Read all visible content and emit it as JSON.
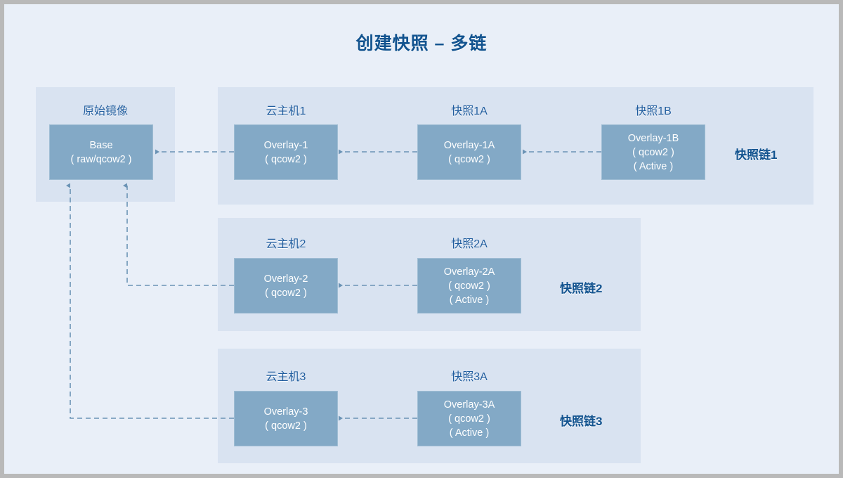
{
  "title": "创建快照 – 多链",
  "colors": {
    "page_bg": "#e9eff8",
    "panel_bg": "#d9e3f1",
    "node_fill": "#83a9c6",
    "node_text": "#ffffff",
    "caption_text": "#1f5c9e",
    "title_text": "#12538f",
    "connector": "#6b93b5",
    "outer_border": "#b9b9b9"
  },
  "origin": {
    "caption": "原始镜像",
    "node": {
      "line1": "Base",
      "line2": "( raw/qcow2 )"
    }
  },
  "chains": [
    {
      "label": "快照链1",
      "nodes": [
        {
          "caption": "云主机1",
          "line1": "Overlay-1",
          "line2": "( qcow2 )",
          "line3": ""
        },
        {
          "caption": "快照1A",
          "line1": "Overlay-1A",
          "line2": "( qcow2 )",
          "line3": ""
        },
        {
          "caption": "快照1B",
          "line1": "Overlay-1B",
          "line2": "( qcow2 )",
          "line3": "( Active )"
        }
      ]
    },
    {
      "label": "快照链2",
      "nodes": [
        {
          "caption": "云主机2",
          "line1": "Overlay-2",
          "line2": "( qcow2 )",
          "line3": ""
        },
        {
          "caption": "快照2A",
          "line1": "Overlay-2A",
          "line2": "( qcow2 )",
          "line3": "( Active )"
        }
      ]
    },
    {
      "label": "快照链3",
      "nodes": [
        {
          "caption": "云主机3",
          "line1": "Overlay-3",
          "line2": "( qcow2 )",
          "line3": ""
        },
        {
          "caption": "快照3A",
          "line1": "Overlay-3A",
          "line2": "( qcow2 )",
          "line3": "( Active )"
        }
      ]
    }
  ],
  "connectors": [
    {
      "name": "overlay1-to-base",
      "style": "dashed-arrow"
    },
    {
      "name": "overlay1a-to-overlay1",
      "style": "dashed-arrow"
    },
    {
      "name": "overlay1b-to-overlay1a",
      "style": "dashed-arrow"
    },
    {
      "name": "overlay2-to-base",
      "style": "dashed-elbow-arrow"
    },
    {
      "name": "overlay2a-to-overlay2",
      "style": "dashed-arrow"
    },
    {
      "name": "overlay3-to-base",
      "style": "dashed-elbow-arrow"
    },
    {
      "name": "overlay3a-to-overlay3",
      "style": "dashed-arrow"
    }
  ]
}
